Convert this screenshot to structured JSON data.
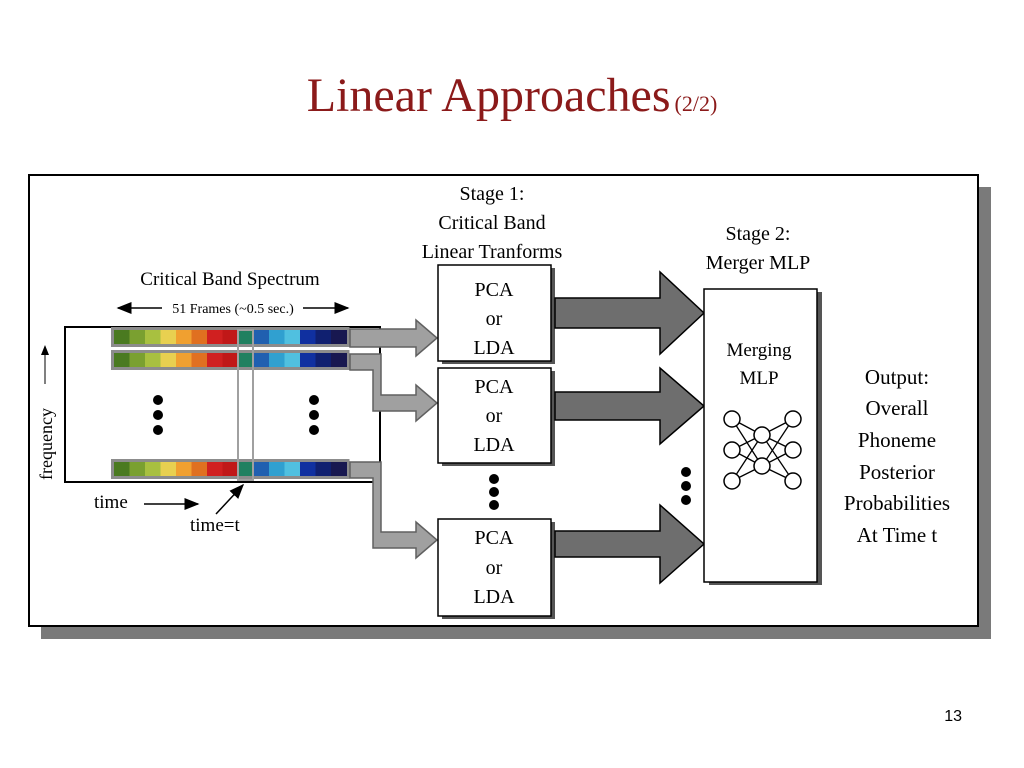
{
  "slide": {
    "title": "Linear Approaches",
    "title_suffix": "(2/2)",
    "page_number": "13",
    "title_color": "#8b1a1a"
  },
  "diagram": {
    "stage1": {
      "line1": "Stage 1:",
      "line2": "Critical Band",
      "line3": "Linear Tranforms"
    },
    "stage2": {
      "line1": "Stage 2:",
      "line2": "Merger MLP"
    },
    "spectrum_label": "Critical Band Spectrum",
    "frames_label": "51 Frames (~0.5 sec.)",
    "frequency_label": "frequency",
    "time_label": "time",
    "time_t_label": "time=t",
    "pca_boxes": [
      {
        "l1": "PCA",
        "l2": "or",
        "l3": "LDA"
      },
      {
        "l1": "PCA",
        "l2": "or",
        "l3": "LDA"
      },
      {
        "l1": "PCA",
        "l2": "or",
        "l3": "LDA"
      }
    ],
    "mlp": {
      "line1": "Merging",
      "line2": "MLP"
    },
    "output": {
      "l1": "Output:",
      "l2": "Overall",
      "l3": "Phoneme",
      "l4": "Posterior",
      "l5": "Probabilities",
      "l6": "At Time t"
    },
    "spectrum_colors": [
      "#4a7a20",
      "#7aa030",
      "#a8c040",
      "#e8d050",
      "#f0a030",
      "#e07020",
      "#d02020",
      "#c01818",
      "#208060",
      "#2060b0",
      "#30a0d0",
      "#50c0e0",
      "#1030a0",
      "#102070",
      "#181850"
    ]
  }
}
